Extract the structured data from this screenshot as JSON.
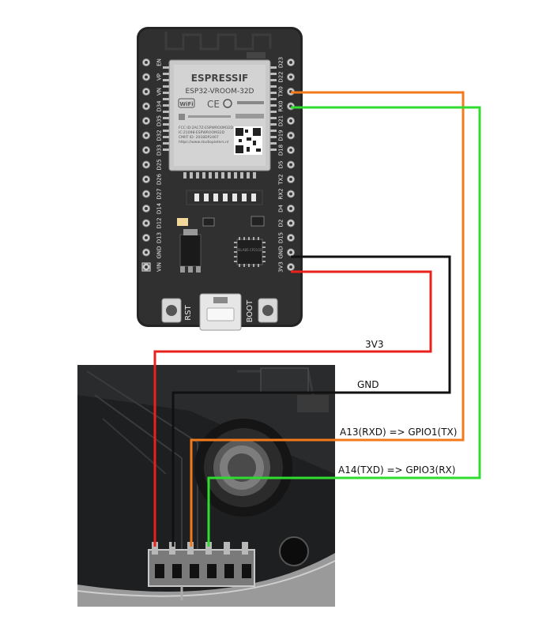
{
  "board": {
    "brand": "ESPRESSIF",
    "module": "ESP32-VROOM-32D",
    "fcc_text": "FCC ID:2AC7Z-ESPWROOM32D",
    "ic_text": "IC:21098-ESPWROOM32D",
    "cmiit_text": "CMIIT ID: 2018DP2467",
    "url_text": "https://www.studiopieters.nl",
    "rst_label": "RST",
    "boot_label": "BOOT",
    "wifi_label": "WiFi",
    "ce_label": "CE",
    "silabs_text": "SILABS CP2102",
    "left_pins": [
      "EN",
      "VP",
      "VN",
      "D34",
      "D35",
      "D32",
      "D33",
      "D25",
      "D26",
      "D27",
      "D14",
      "D12",
      "D13",
      "GND",
      "VIN"
    ],
    "right_pins": [
      "D23",
      "D22",
      "TX0",
      "RX0",
      "D21",
      "D19",
      "D18",
      "D5",
      "TX2",
      "RX2",
      "D4",
      "D2",
      "D15",
      "GND",
      "3V3"
    ]
  },
  "wires": {
    "v33": {
      "label": "3V3",
      "color": "#e8211c"
    },
    "gnd": {
      "label": "GND",
      "color": "#111111"
    },
    "tx": {
      "label": "A13(RXD) => GPIO1(TX)",
      "color": "#f07a1c"
    },
    "rx": {
      "label": "A14(TXD) => GPIO3(RX)",
      "color": "#2fdc2f"
    }
  }
}
